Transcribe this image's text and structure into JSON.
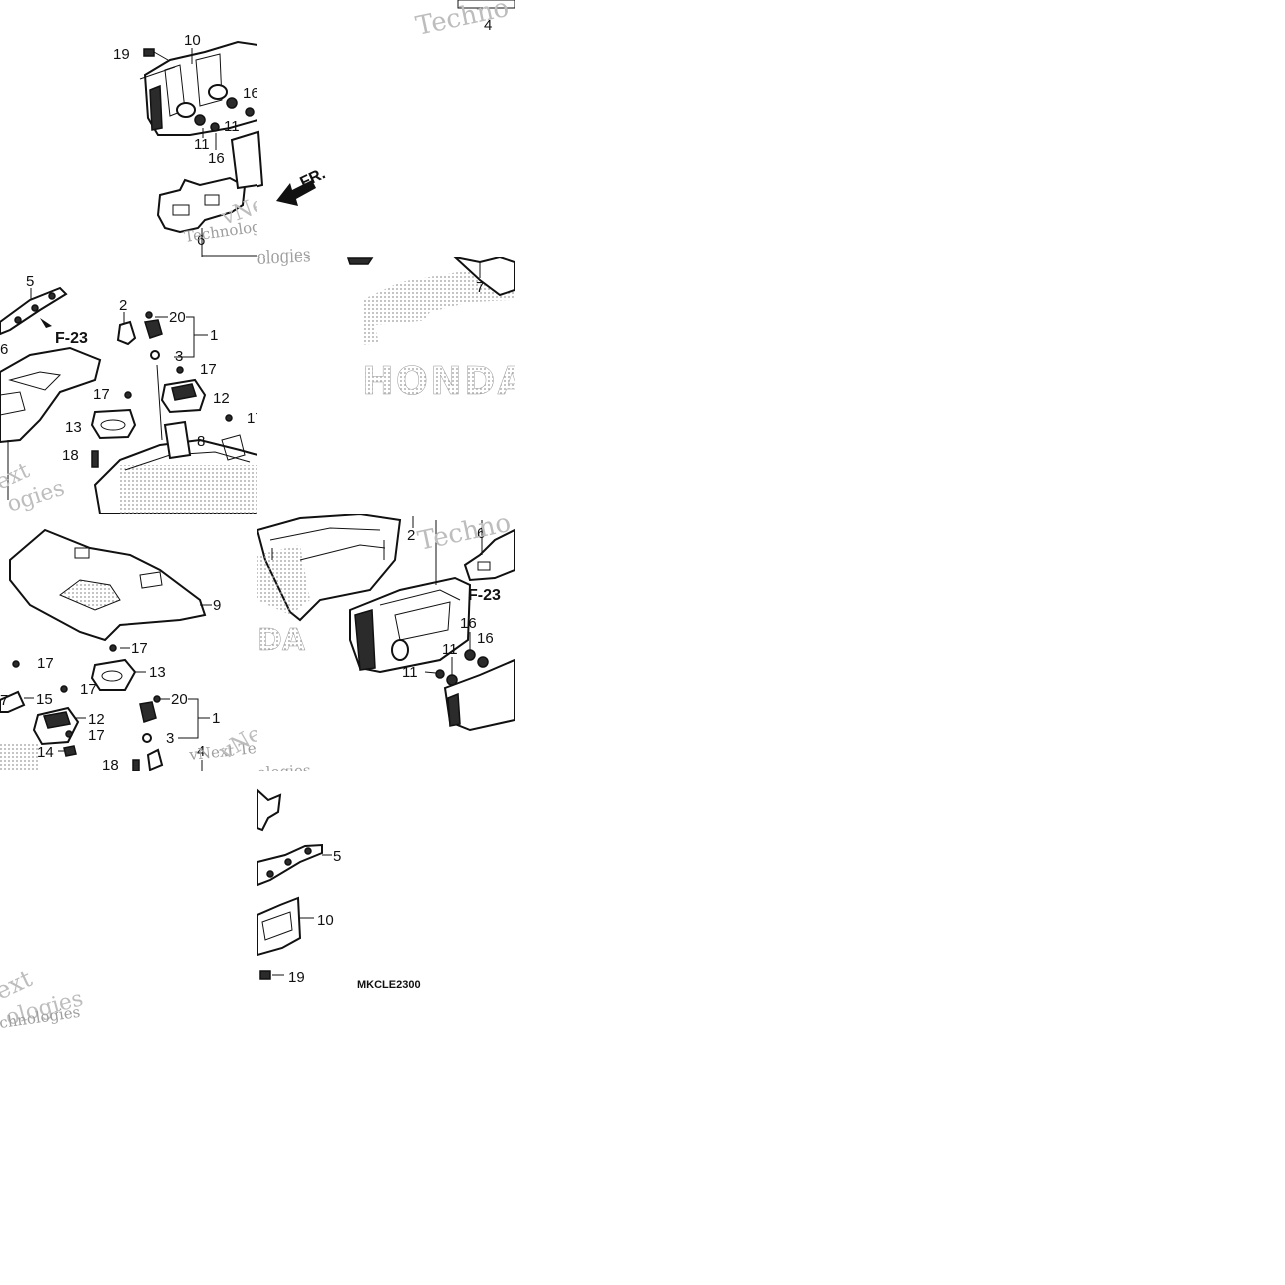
{
  "diagram": {
    "code": "MKCLE2300",
    "front_marker": "FR.",
    "ref_tag": "F-23",
    "brand_mark": "HONDA",
    "watermark": {
      "line1": "vNext",
      "line2": "Technologies",
      "partial_tech": "Techno"
    },
    "callouts": {
      "tile1": [
        "19",
        "10",
        "16",
        "11",
        "11",
        "16",
        "6",
        "4"
      ],
      "tile3": [
        "5",
        "2",
        "20",
        "1",
        "3",
        "17",
        "12",
        "13",
        "17",
        "18",
        "8",
        "6"
      ],
      "tile4": [
        "7"
      ],
      "tile5": [
        "9",
        "17",
        "13",
        "17",
        "7",
        "17",
        "15",
        "12",
        "17",
        "14",
        "18",
        "20",
        "1",
        "3",
        "4"
      ],
      "tile6": [
        "2",
        "6",
        "16",
        "11",
        "11",
        "16"
      ],
      "tile8": [
        "5",
        "10",
        "19"
      ]
    }
  },
  "colors": {
    "ink": "#111111",
    "watermark": "#bdbdbd",
    "dot_pattern": "#9a9a9a"
  }
}
